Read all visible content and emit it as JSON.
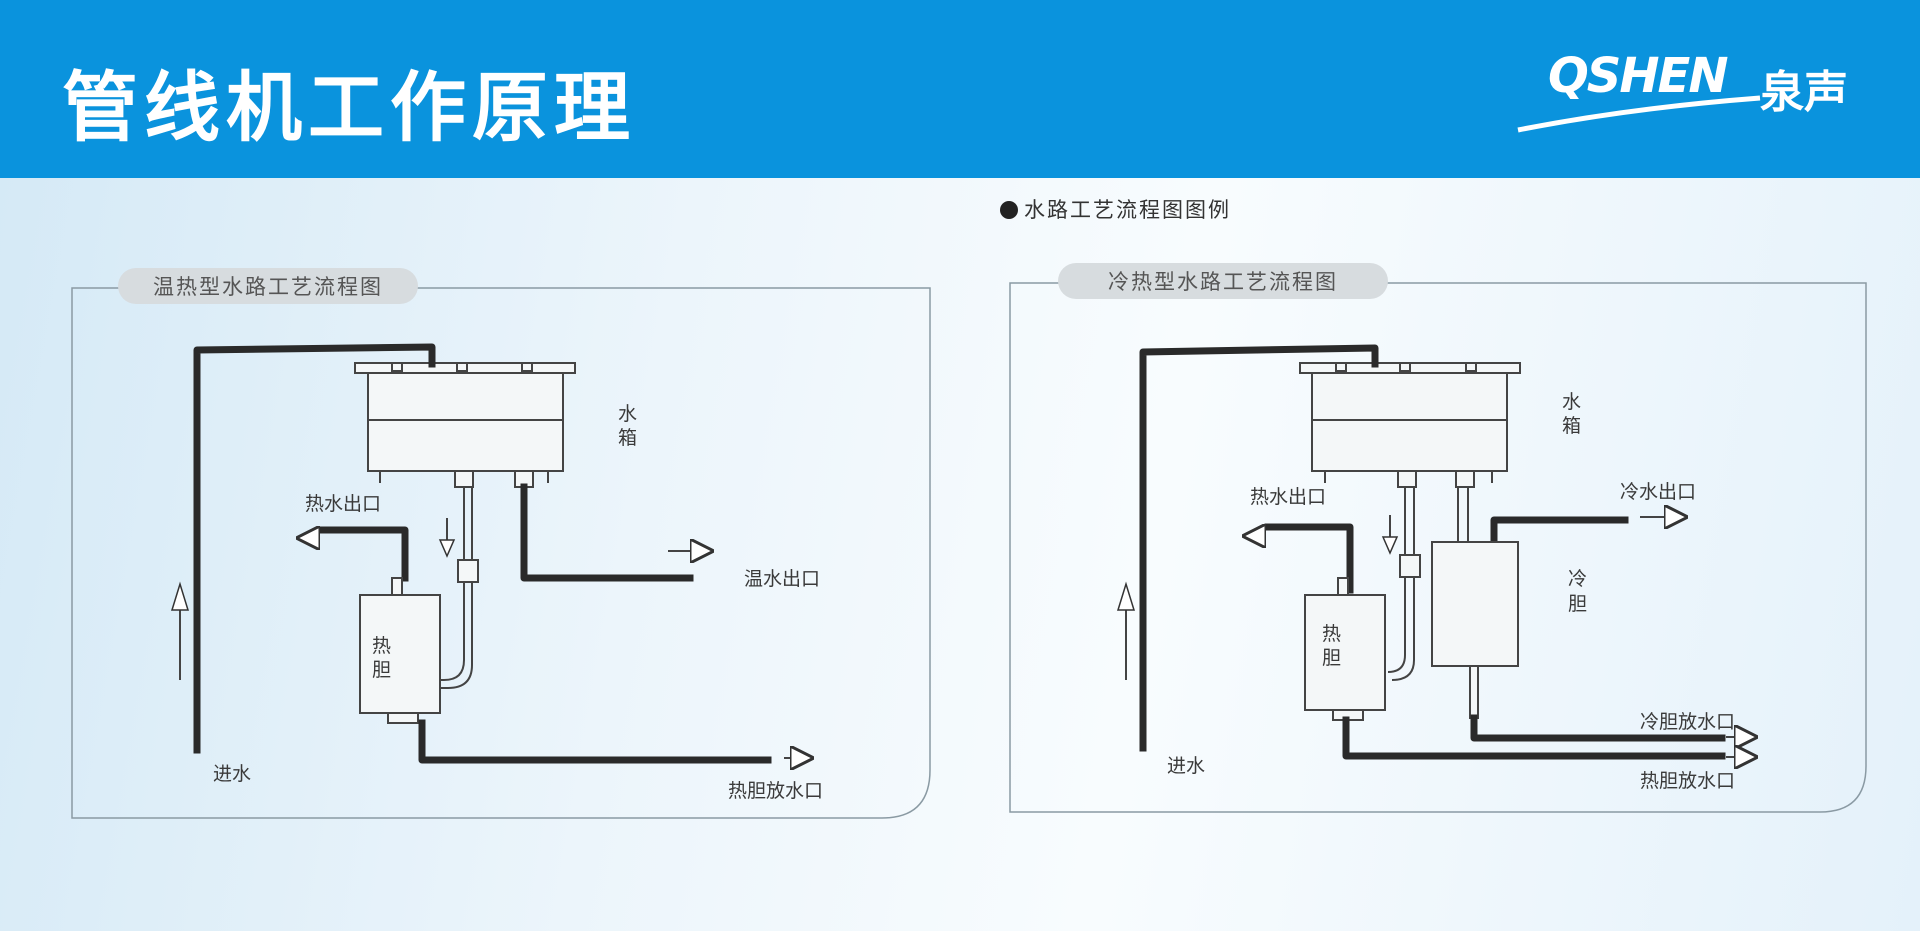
{
  "header": {
    "title": "管线机工作原理",
    "logo_text": "QSHEN",
    "logo_cn": "泉声",
    "brand_color": "#0a93dd"
  },
  "legend": {
    "title": "水路工艺流程图图例"
  },
  "left_diagram": {
    "tag": "温热型水路工艺流程图",
    "labels": {
      "water_tank": "水\n箱",
      "hot_outlet": "热水出口",
      "warm_outlet": "温水出口",
      "hot_tank": "热\n胆",
      "inlet": "进水",
      "hot_drain": "热胆放水口"
    }
  },
  "right_diagram": {
    "tag": "冷热型水路工艺流程图",
    "labels": {
      "water_tank": "水\n箱",
      "hot_outlet": "热水出口",
      "cold_outlet": "冷水出口",
      "cold_tank": "冷\n胆",
      "hot_tank": "热\n胆",
      "inlet": "进水",
      "cold_drain": "冷胆放水口",
      "hot_drain": "热胆放水口"
    }
  }
}
